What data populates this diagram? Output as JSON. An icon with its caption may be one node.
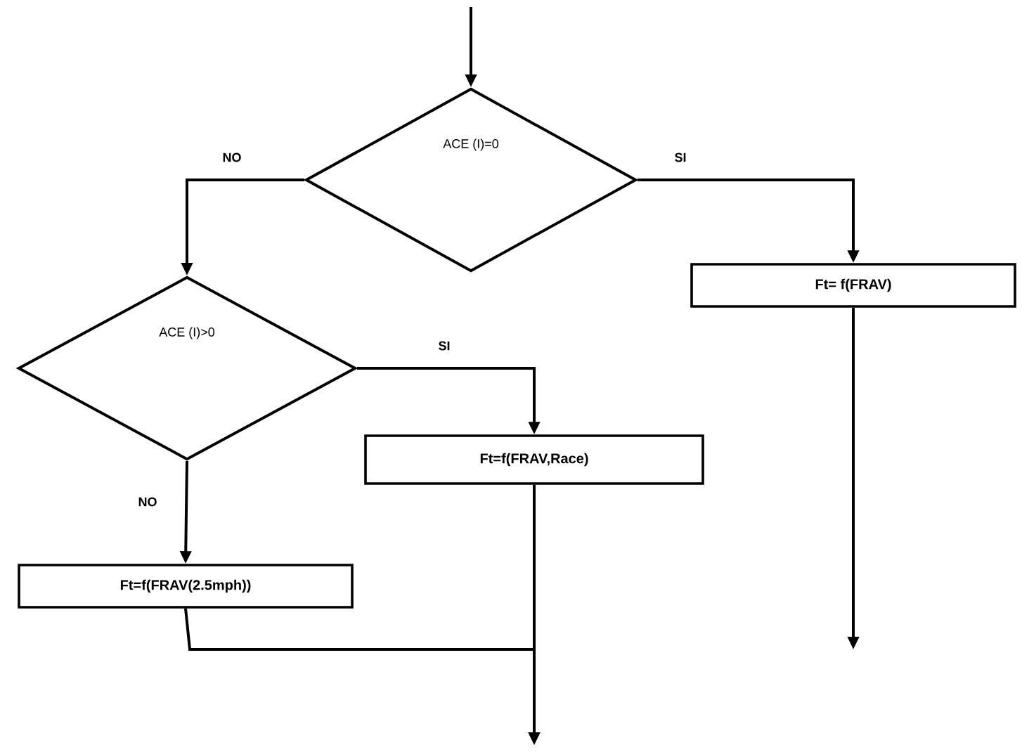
{
  "diagram": {
    "nodes": [
      {
        "text": [
          "ACE (I)=0"
        ]
      },
      {
        "text": [
          "ACE (I)>0"
        ]
      },
      {
        "text": [
          "Ft= f(FRAV)"
        ]
      },
      {
        "text": [
          "Ft=f(FRAV,Race)"
        ]
      },
      {
        "text": [
          "Ft=f(FRAV(2.5mph))"
        ]
      }
    ],
    "edges": [
      {
        "from": null,
        "to": 0,
        "arrow": "to"
      },
      {
        "from": 0,
        "to": 1,
        "arrow": "to",
        "label": "NO"
      },
      {
        "from": 0,
        "to": 2,
        "arrow": "to",
        "label": "SI"
      },
      {
        "from": 1,
        "to": 3,
        "arrow": "to",
        "label": "SI"
      },
      {
        "from": 1,
        "to": 4,
        "arrow": "to",
        "label": "NO"
      },
      {
        "from": 2,
        "to": null,
        "arrow": "to"
      },
      {
        "from": 3,
        "to": null,
        "arrow": "to"
      },
      {
        "from": 4,
        "to": null,
        "arrow": "to"
      }
    ]
  }
}
